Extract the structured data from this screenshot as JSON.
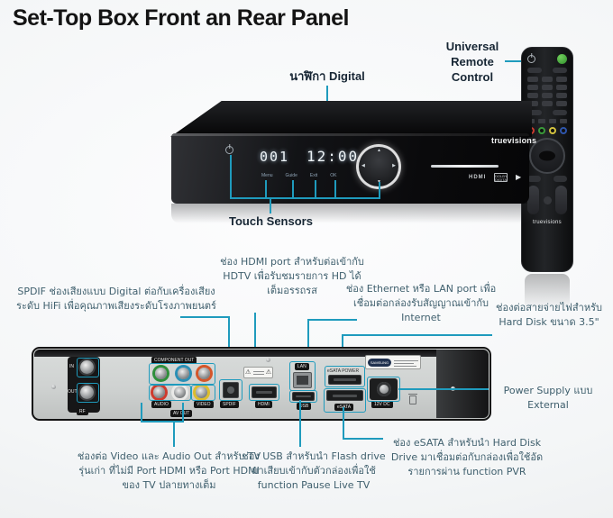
{
  "title": "Set-Top Box Front an Rear Panel",
  "colors": {
    "accent_teal": "#1f9bbd",
    "annotation_text": "#40606e",
    "heading_text": "#172634"
  },
  "front": {
    "clock_label": "นาฬิกา Digital",
    "touch_sensors_label": "Touch Sensors",
    "channel_display": "001",
    "time_display": "12:00",
    "touch_keys": [
      "Menu",
      "Guide",
      "Exit",
      "OK"
    ],
    "brand": "truevisions",
    "hdmi_badge": "HDMI",
    "dolby_badge": "DOLBY DIGITAL"
  },
  "remote": {
    "label": "Universal Remote Control",
    "brand": "truevisions"
  },
  "rear_ports": {
    "rf_in": "IN",
    "rf_out": "OUT",
    "rf": "RF",
    "component_out": "COMPONENT OUT",
    "audio": "AUDIO",
    "video": "VIDEO",
    "av_out": "AV OUT",
    "spdif": "SPDIF",
    "hdmi": "HDMI",
    "lan": "LAN",
    "usb": "USB",
    "esata_power": "eSATA POWER",
    "esata": "eSATA",
    "samsung": "SAMSUNG",
    "dc": "12V DC"
  },
  "annotations": {
    "spdif": "SPDIF ช่องเสียงแบบ Digital ต่อกับเครื่องเสียงระดับ HiFi เพื่อคุณภาพเสียงระดับโรงภาพยนตร์",
    "hdmi": "ช่อง HDMI port สำหรับต่อเข้ากับ HDTV เพื่อรับชมรายการ HD ได้เต็มอรรถรส",
    "ethernet": "ช่อง Ethernet หรือ LAN port เพื่อเชื่อมต่อกล่องรับสัญญาณเข้ากับ Internet",
    "hdd_power": "ช่องต่อสายจ่ายไฟสำหรับ Hard Disk ขนาด 3.5\"",
    "power_supply": "Power Supply แบบ External",
    "av": "ช่องต่อ Video และ Audio Out สำหรับ TV รุ่นเก่า ที่ไม่มี Port HDMI หรือ Port HDMI ของ TV ปลายทางเต็ม",
    "usb": "ช่อง USB สำหรับนำ Flash drive มาเสียบเข้ากับตัวกล่องเพื่อใช้ function Pause Live TV",
    "esata": "ช่อง eSATA สำหรับนำ Hard Disk Drive มาเชื่อมต่อกับกล่องเพื่อใช้อัดรายการผ่าน function PVR"
  }
}
